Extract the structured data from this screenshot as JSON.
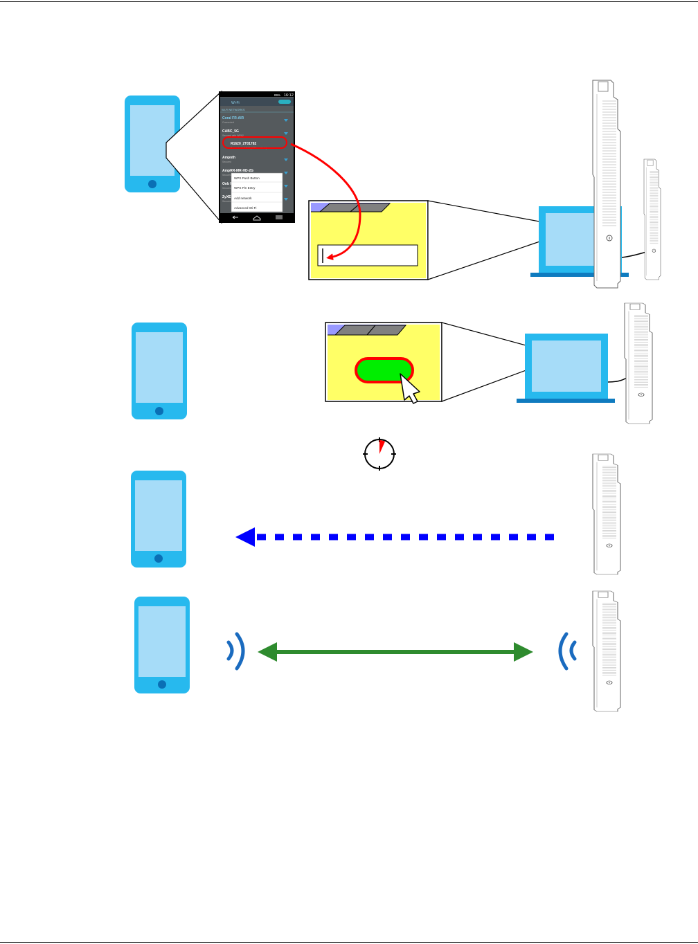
{
  "colors": {
    "phone": "#27b9ee",
    "phone_screen": "#a6dcf8",
    "laptop": "#27b9ee",
    "laptop_base": "#0f7bbf",
    "dialog_fill": "#ffff66",
    "dialog_tab": "#9999ff",
    "red_arrow": "#ff0000",
    "wps_button": "#00ee00",
    "blue_dashes": "#0000ff",
    "green_arrow": "#2e8b2e",
    "wifi_waves": "#1a6bbf"
  },
  "phone_screen": {
    "status_time": "16:12",
    "battery": "89%",
    "app_title": "Wi-Fi",
    "section_header": "Wi-Fi NETWORKS",
    "networks": [
      {
        "name": "Coral FR-AIR",
        "status": "Connected"
      },
      {
        "name": "CABC_5G",
        "status": "Secured with WPA2"
      },
      {
        "name": "R1620_2T01782",
        "status": "Secured with WPA2 (WPS available)"
      },
      {
        "name": "Ampnth",
        "status": "Secured"
      },
      {
        "name": "AmpRR-MR-HD-2G",
        "status": "Secured"
      },
      {
        "name": "Onb F",
        "status": "Secured"
      },
      {
        "name": "ZyXEl",
        "status": "Secured"
      }
    ],
    "menu_items": [
      "WPS Push Button",
      "WPS Pin Entry",
      "Add network",
      "Advanced Wi-Fi"
    ]
  },
  "icons": {
    "phone": "smartphone-icon",
    "laptop": "laptop-icon",
    "access_point": "access-point-icon",
    "timer": "timer-icon",
    "cursor": "mouse-pointer-icon",
    "wifi": "wifi-wave-icon"
  }
}
